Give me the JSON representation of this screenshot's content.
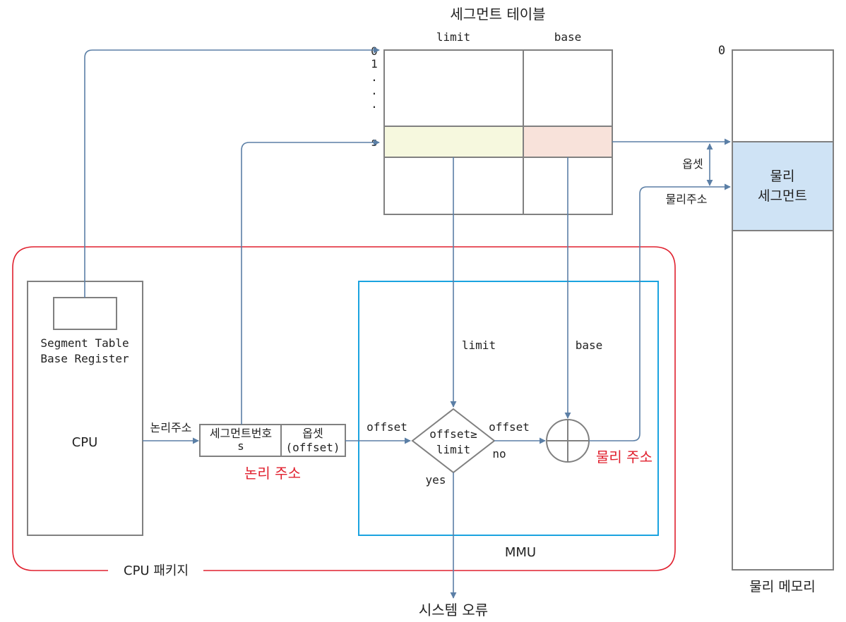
{
  "segment_table": {
    "title": "세그먼트 테이블",
    "col_limit": "limit",
    "col_base": "base",
    "index_0": "0",
    "index_1": "1",
    "dot": ".",
    "index_s": "s"
  },
  "physical_memory": {
    "start": "0",
    "segment_line1": "물리",
    "segment_line2": "세그먼트",
    "label": "물리 메모리"
  },
  "offset_label": "옵셋",
  "physical_address_label": "물리주소",
  "cpu_package": {
    "label": "CPU 패키지"
  },
  "cpu": {
    "label": "CPU",
    "stbr_line1": "Segment Table",
    "stbr_line2": "Base Register"
  },
  "logical_address": {
    "arrow_label": "논리주소",
    "seg_num": "세그먼트번호",
    "seg_s": "s",
    "offset_kr": "옵셋",
    "offset_en": "(offset)",
    "caption": "논리 주소"
  },
  "mmu": {
    "label": "MMU",
    "limit_label": "limit",
    "base_label": "base",
    "offset_in": "offset",
    "compare_line1": "offset≥",
    "compare_line2": "limit",
    "offset_out": "offset",
    "no": "no",
    "yes": "yes",
    "physical_caption": "물리 주소"
  },
  "system_error": "시스템 오류",
  "colors": {
    "arrow": "#5b7fa6",
    "box": "#808080",
    "cpu_package": "#e0202e",
    "mmu": "#1aa3e0",
    "limit_cell": "#f6f8de",
    "base_cell": "#f8e2da",
    "phys_segment": "#cfe3f5",
    "red_text": "#e0202e"
  }
}
